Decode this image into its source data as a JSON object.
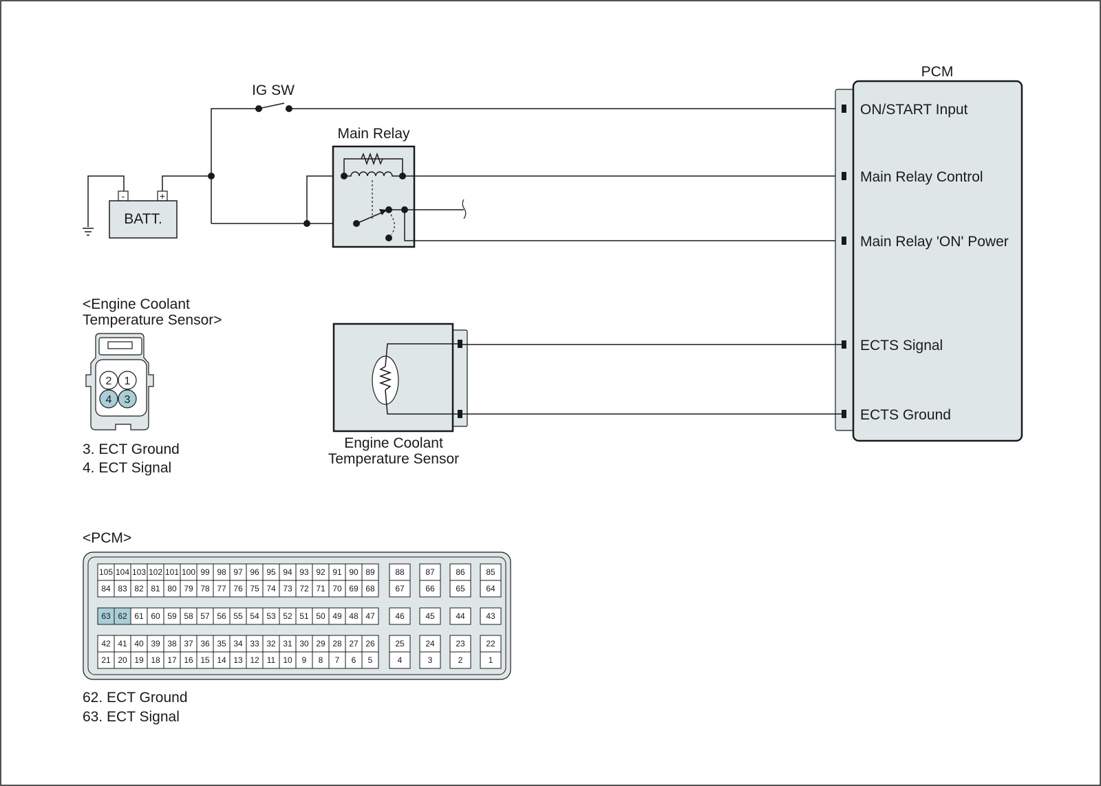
{
  "labels": {
    "ig_sw": "IG SW",
    "main_relay": "Main Relay",
    "battery": "BATT.",
    "battery_minus": "-",
    "battery_plus": "+",
    "pcm_title": "PCM",
    "sensor_block_line1": "Engine Coolant",
    "sensor_block_line2": "Temperature Sensor"
  },
  "pcm_terminals": [
    {
      "label": "ON/START Input"
    },
    {
      "label": "Main Relay Control"
    },
    {
      "label": "Main Relay 'ON' Power"
    },
    {
      "label": "ECTS Signal"
    },
    {
      "label": "ECTS Ground"
    }
  ],
  "ect_connector": {
    "title_line1": "<Engine Coolant",
    "title_line2": "Temperature Sensor>",
    "pins": [
      "2",
      "1",
      "4",
      "3"
    ],
    "highlighted_pins": [
      "4",
      "3"
    ],
    "legend": [
      "3. ECT Ground",
      "4. ECT Signal"
    ]
  },
  "pcm_connector": {
    "title": "<PCM>",
    "rows": [
      [
        "105",
        "104",
        "103",
        "102",
        "101",
        "100",
        "99",
        "98",
        "97",
        "96",
        "95",
        "94",
        "93",
        "92",
        "91",
        "90",
        "89"
      ],
      [
        "84",
        "83",
        "82",
        "81",
        "80",
        "79",
        "78",
        "77",
        "76",
        "75",
        "74",
        "73",
        "72",
        "71",
        "70",
        "69",
        "68"
      ],
      [
        "63",
        "62",
        "61",
        "60",
        "59",
        "58",
        "57",
        "56",
        "55",
        "54",
        "53",
        "52",
        "51",
        "50",
        "49",
        "48",
        "47"
      ],
      [
        "42",
        "41",
        "40",
        "39",
        "38",
        "37",
        "36",
        "35",
        "34",
        "33",
        "32",
        "31",
        "30",
        "29",
        "28",
        "27",
        "26"
      ],
      [
        "21",
        "20",
        "19",
        "18",
        "17",
        "16",
        "15",
        "14",
        "13",
        "12",
        "11",
        "10",
        "9",
        "8",
        "7",
        "6",
        "5"
      ]
    ],
    "side_rows": [
      [
        "88",
        "87",
        "86",
        "85"
      ],
      [
        "67",
        "66",
        "65",
        "64"
      ],
      [
        "46",
        "45",
        "44",
        "43"
      ],
      [
        "25",
        "24",
        "23",
        "22"
      ],
      [
        "4",
        "3",
        "2",
        "1"
      ]
    ],
    "highlighted_pins": [
      "63",
      "62"
    ],
    "legend": [
      "62. ECT Ground",
      "63. ECT Signal"
    ]
  },
  "colors": {
    "highlight": "#a9ced8",
    "box_fill": "#dfe6e8",
    "line": "#1a1a1a"
  }
}
